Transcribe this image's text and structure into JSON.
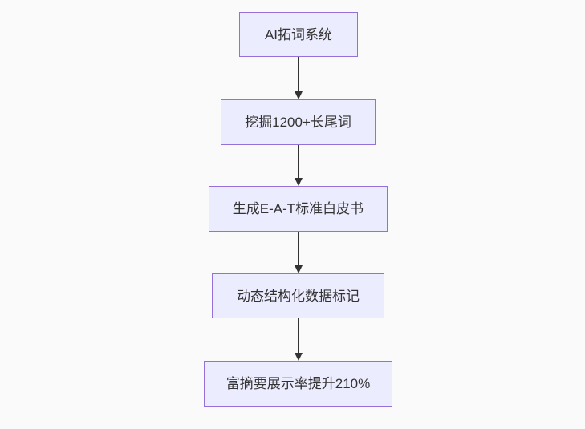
{
  "diagram": {
    "type": "flowchart",
    "direction": "top-down",
    "nodes": [
      {
        "id": "node-1",
        "label": "AI拓词系统"
      },
      {
        "id": "node-2",
        "label": "挖掘1200+长尾词"
      },
      {
        "id": "node-3",
        "label": "生成E-A-T标准白皮书"
      },
      {
        "id": "node-4",
        "label": "动态结构化数据标记"
      },
      {
        "id": "node-5",
        "label": "富摘要展示率提升210%"
      }
    ],
    "edges": [
      {
        "from": "node-1",
        "to": "node-2"
      },
      {
        "from": "node-2",
        "to": "node-3"
      },
      {
        "from": "node-3",
        "to": "node-4"
      },
      {
        "from": "node-4",
        "to": "node-5"
      }
    ],
    "colors": {
      "node_fill": "#ececff",
      "node_border": "#9370db",
      "arrow": "#333333",
      "text": "#333333",
      "background": "#fafafa"
    }
  }
}
